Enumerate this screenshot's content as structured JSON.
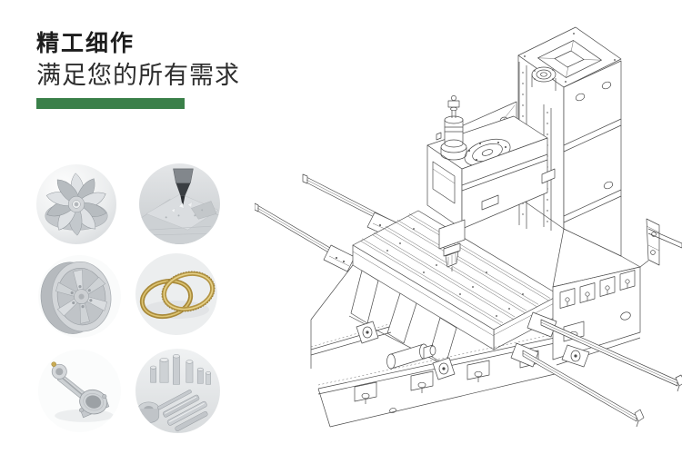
{
  "page": {
    "background": "#ffffff"
  },
  "header": {
    "title": "精工细作",
    "subtitle": "满足您的所有需求",
    "accent_bar_color": "#3a8049"
  },
  "gallery": {
    "photos": [
      {
        "name": "turbine-impeller-photo"
      },
      {
        "name": "cnc-milling-process-photo"
      },
      {
        "name": "alloy-wheel-photo"
      },
      {
        "name": "brass-seal-rings-photo"
      },
      {
        "name": "connecting-rod-photo"
      },
      {
        "name": "machined-metal-parts-photo"
      }
    ]
  },
  "illustration": {
    "name": "cnc-vertical-machining-center-line-drawing",
    "line_color": "#4a4a4a"
  }
}
